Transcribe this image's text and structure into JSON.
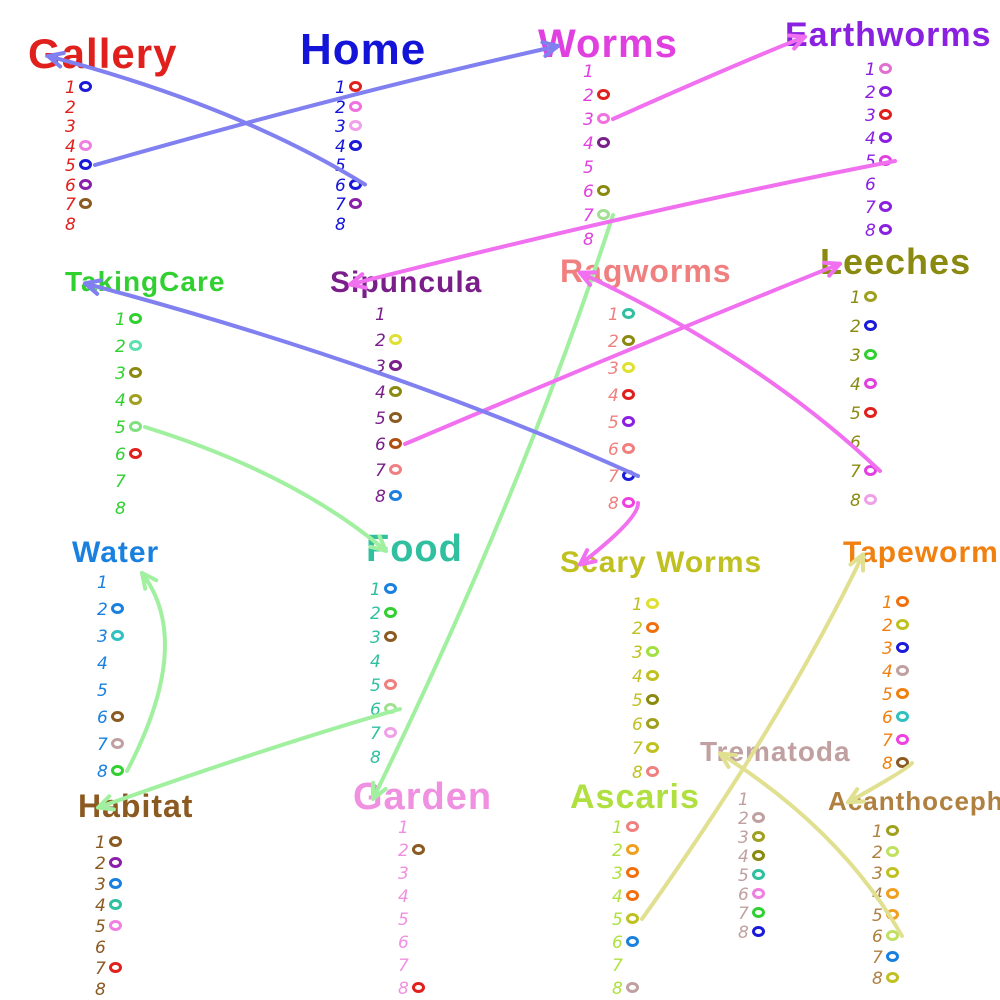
{
  "pages": [
    {
      "id": "gallery",
      "title": "Gallery",
      "color": "#e0201c",
      "items": [
        {
          "n": "1",
          "c": "#1a1ad8"
        },
        {
          "n": "2"
        },
        {
          "n": "3"
        },
        {
          "n": "4",
          "c": "#f080e0"
        },
        {
          "n": "5",
          "c": "#1a1ad8"
        },
        {
          "n": "6",
          "c": "#8a1fa8"
        },
        {
          "n": "7",
          "c": "#8a5a20"
        },
        {
          "n": "8"
        }
      ]
    },
    {
      "id": "home",
      "title": "Home",
      "color": "#1414d8",
      "items": [
        {
          "n": "1",
          "c": "#e0201c"
        },
        {
          "n": "2",
          "c": "#f070e0"
        },
        {
          "n": "3",
          "c": "#f0a0e8"
        },
        {
          "n": "4",
          "c": "#1a1ad8"
        },
        {
          "n": "5"
        },
        {
          "n": "6",
          "c": "#1a1ad8"
        },
        {
          "n": "7",
          "c": "#8a1fa8"
        },
        {
          "n": "8"
        }
      ]
    },
    {
      "id": "worms",
      "title": "Worms",
      "color": "#e040e0",
      "items": [
        {
          "n": "1"
        },
        {
          "n": "2",
          "c": "#e0201c"
        },
        {
          "n": "3",
          "c": "#f070e0"
        },
        {
          "n": "4",
          "c": "#7a1f8a"
        },
        {
          "n": "5"
        },
        {
          "n": "6",
          "c": "#8a8a10"
        },
        {
          "n": "7",
          "c": "#a0e090"
        },
        {
          "n": "8"
        }
      ]
    },
    {
      "id": "earthworms",
      "title": "Earthworms",
      "color": "#8a20e0",
      "items": [
        {
          "n": "1",
          "c": "#e070d0"
        },
        {
          "n": "2",
          "c": "#8a20e0"
        },
        {
          "n": "3",
          "c": "#e0201c"
        },
        {
          "n": "4",
          "c": "#8a20e0"
        },
        {
          "n": "5",
          "c": "#e040e0"
        },
        {
          "n": "6"
        },
        {
          "n": "7",
          "c": "#8a20e0"
        },
        {
          "n": "8",
          "c": "#8a20e0"
        }
      ]
    },
    {
      "id": "takingcare",
      "title": "TakingCare",
      "color": "#30d030",
      "items": [
        {
          "n": "1",
          "c": "#30d030"
        },
        {
          "n": "2",
          "c": "#60e0b0"
        },
        {
          "n": "3",
          "c": "#8a8a10"
        },
        {
          "n": "4",
          "c": "#a0a020"
        },
        {
          "n": "5",
          "c": "#80e080"
        },
        {
          "n": "6",
          "c": "#e0201c"
        },
        {
          "n": "7"
        },
        {
          "n": "8"
        }
      ]
    },
    {
      "id": "sipuncula",
      "title": "Sipuncula",
      "color": "#7a1f8a",
      "items": [
        {
          "n": "1"
        },
        {
          "n": "2",
          "c": "#e0e030"
        },
        {
          "n": "3",
          "c": "#7a1f8a"
        },
        {
          "n": "4",
          "c": "#8a8a10"
        },
        {
          "n": "5",
          "c": "#8a5a20"
        },
        {
          "n": "6",
          "c": "#b05010"
        },
        {
          "n": "7",
          "c": "#f08080"
        },
        {
          "n": "8",
          "c": "#1a80e0"
        }
      ]
    },
    {
      "id": "ragworms",
      "title": "Ragworms",
      "color": "#f08080",
      "items": [
        {
          "n": "1",
          "c": "#30c0a0"
        },
        {
          "n": "2",
          "c": "#8a8a10"
        },
        {
          "n": "3",
          "c": "#e0e030"
        },
        {
          "n": "4",
          "c": "#e0201c"
        },
        {
          "n": "5",
          "c": "#8a20e0"
        },
        {
          "n": "6",
          "c": "#f08080"
        },
        {
          "n": "7",
          "c": "#1a1ad8"
        },
        {
          "n": "8",
          "c": "#f040e0"
        }
      ]
    },
    {
      "id": "leeches",
      "title": "Leeches",
      "color": "#8a8a10",
      "items": [
        {
          "n": "1",
          "c": "#a0a020"
        },
        {
          "n": "2",
          "c": "#1a1ad8"
        },
        {
          "n": "3",
          "c": "#30d030"
        },
        {
          "n": "4",
          "c": "#e040e0"
        },
        {
          "n": "5",
          "c": "#e0201c"
        },
        {
          "n": "6"
        },
        {
          "n": "7",
          "c": "#e040e0"
        },
        {
          "n": "8",
          "c": "#f0a0e8"
        }
      ]
    },
    {
      "id": "water",
      "title": "Water",
      "color": "#1a80e0",
      "items": [
        {
          "n": "1"
        },
        {
          "n": "2",
          "c": "#1a80e0"
        },
        {
          "n": "3",
          "c": "#30c0c0"
        },
        {
          "n": "4"
        },
        {
          "n": "5"
        },
        {
          "n": "6",
          "c": "#8a5a20"
        },
        {
          "n": "7",
          "c": "#c0a0a0"
        },
        {
          "n": "8",
          "c": "#30d030"
        }
      ]
    },
    {
      "id": "food",
      "title": "Food",
      "color": "#30c0a0",
      "items": [
        {
          "n": "1",
          "c": "#1a80e0"
        },
        {
          "n": "2",
          "c": "#30d030"
        },
        {
          "n": "3",
          "c": "#8a5a20"
        },
        {
          "n": "4"
        },
        {
          "n": "5",
          "c": "#f08080"
        },
        {
          "n": "6",
          "c": "#a0e090"
        },
        {
          "n": "7",
          "c": "#f0a0e8"
        },
        {
          "n": "8"
        }
      ]
    },
    {
      "id": "scaryworms",
      "title": "Scary Worms",
      "color": "#c0c020",
      "items": [
        {
          "n": "1",
          "c": "#e0e030"
        },
        {
          "n": "2",
          "c": "#f07010"
        },
        {
          "n": "3",
          "c": "#a0e040"
        },
        {
          "n": "4",
          "c": "#c0c020"
        },
        {
          "n": "5",
          "c": "#8a8a10"
        },
        {
          "n": "6",
          "c": "#a0a020"
        },
        {
          "n": "7",
          "c": "#c0c020"
        },
        {
          "n": "8",
          "c": "#f08080"
        }
      ]
    },
    {
      "id": "tapeworms",
      "title": "Tapeworms",
      "color": "#f08010",
      "items": [
        {
          "n": "1",
          "c": "#f07010"
        },
        {
          "n": "2",
          "c": "#c0c020"
        },
        {
          "n": "3",
          "c": "#1a1ad8"
        },
        {
          "n": "4",
          "c": "#c0a0a0"
        },
        {
          "n": "5",
          "c": "#f08010"
        },
        {
          "n": "6",
          "c": "#30c0c0"
        },
        {
          "n": "7",
          "c": "#f040e0"
        },
        {
          "n": "8",
          "c": "#8a5a20"
        }
      ]
    },
    {
      "id": "habitat",
      "title": "Habitat",
      "color": "#8a5a20",
      "items": [
        {
          "n": "1",
          "c": "#8a5a20"
        },
        {
          "n": "2",
          "c": "#8a1fa8"
        },
        {
          "n": "3",
          "c": "#1a80e0"
        },
        {
          "n": "4",
          "c": "#30c0a0"
        },
        {
          "n": "5",
          "c": "#f080e0"
        },
        {
          "n": "6"
        },
        {
          "n": "7",
          "c": "#e0201c"
        },
        {
          "n": "8"
        }
      ]
    },
    {
      "id": "garden",
      "title": "Garden",
      "color": "#f090e0",
      "items": [
        {
          "n": "1"
        },
        {
          "n": "2",
          "c": "#8a5a20"
        },
        {
          "n": "3"
        },
        {
          "n": "4"
        },
        {
          "n": "5"
        },
        {
          "n": "6"
        },
        {
          "n": "7"
        },
        {
          "n": "8",
          "c": "#e0201c"
        }
      ]
    },
    {
      "id": "ascaris",
      "title": "Ascaris",
      "color": "#b0e040",
      "items": [
        {
          "n": "1",
          "c": "#f08080"
        },
        {
          "n": "2",
          "c": "#f0a020"
        },
        {
          "n": "3",
          "c": "#f07010"
        },
        {
          "n": "4",
          "c": "#f07010"
        },
        {
          "n": "5",
          "c": "#c0c020"
        },
        {
          "n": "6",
          "c": "#1a80e0"
        },
        {
          "n": "7"
        },
        {
          "n": "8",
          "c": "#c0a0a0"
        }
      ]
    },
    {
      "id": "trematoda",
      "title": "Trematoda",
      "color": "#c0a0a0",
      "items": [
        {
          "n": "1"
        },
        {
          "n": "2",
          "c": "#c0a0a0"
        },
        {
          "n": "3",
          "c": "#a0a020"
        },
        {
          "n": "4",
          "c": "#8a8a10"
        },
        {
          "n": "5",
          "c": "#30c0a0"
        },
        {
          "n": "6",
          "c": "#f080e0"
        },
        {
          "n": "7",
          "c": "#30d030"
        },
        {
          "n": "8",
          "c": "#1a1ad8"
        }
      ]
    },
    {
      "id": "acanthocephala",
      "title": "Acanthocephala",
      "color": "#b08040",
      "items": [
        {
          "n": "1",
          "c": "#a0a020"
        },
        {
          "n": "2",
          "c": "#c0e060"
        },
        {
          "n": "3",
          "c": "#c0c020"
        },
        {
          "n": "4",
          "c": "#f0a020"
        },
        {
          "n": "5",
          "c": "#f0a020"
        },
        {
          "n": "6",
          "c": "#c0e060"
        },
        {
          "n": "7",
          "c": "#1a80e0"
        },
        {
          "n": "8",
          "c": "#c0c020"
        }
      ]
    }
  ],
  "links": [
    {
      "from": "gallery.5",
      "to": "worms",
      "color": "#8080f0"
    },
    {
      "from": "home.6",
      "to": "gallery",
      "color": "#8080f0"
    },
    {
      "from": "worms.3",
      "to": "earthworms",
      "color": "#f070f0"
    },
    {
      "from": "worms.7",
      "to": "garden",
      "color": "#a0f0a0"
    },
    {
      "from": "earthworms.5",
      "to": "sipuncula",
      "color": "#f070f0"
    },
    {
      "from": "sipuncula.6",
      "to": "leeches",
      "color": "#f070f0"
    },
    {
      "from": "ragworms.7",
      "to": "takingcare",
      "color": "#8080f0"
    },
    {
      "from": "ragworms.8",
      "to": "scaryworms",
      "color": "#f070f0"
    },
    {
      "from": "leeches.7",
      "to": "ragworms",
      "color": "#f070f0"
    },
    {
      "from": "takingcare.5",
      "to": "food",
      "color": "#a0f0a0"
    },
    {
      "from": "water.8",
      "to": "water",
      "color": "#a0f0a0"
    },
    {
      "from": "food.6",
      "to": "habitat",
      "color": "#a0f0a0"
    },
    {
      "from": "ascaris.5",
      "to": "tapeworms",
      "color": "#e0e090"
    },
    {
      "from": "tapeworms.8",
      "to": "acanthocephala",
      "color": "#e0e090"
    },
    {
      "from": "acanthocephala.6",
      "to": "trematoda",
      "color": "#e0e090"
    }
  ]
}
